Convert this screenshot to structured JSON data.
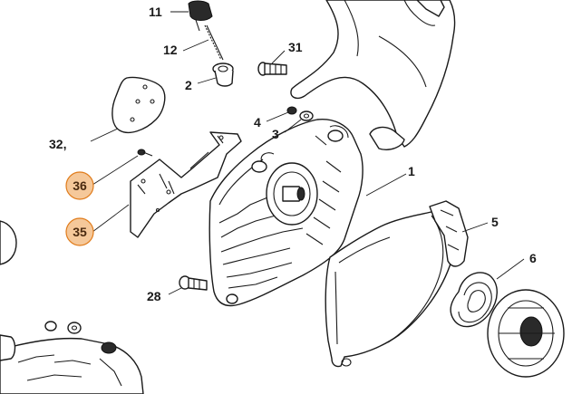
{
  "callouts": {
    "c1": "1",
    "c2": "2",
    "c3": "3",
    "c4": "4",
    "c5": "5",
    "c6": "6",
    "c11": "11",
    "c12": "12",
    "c28": "28",
    "c31": "31",
    "c32": "32,",
    "c35": "35",
    "c36": "36"
  },
  "colors": {
    "highlight_fill": "#f5c89a",
    "highlight_stroke": "#e07b1a",
    "line": "#1a1a1a"
  }
}
